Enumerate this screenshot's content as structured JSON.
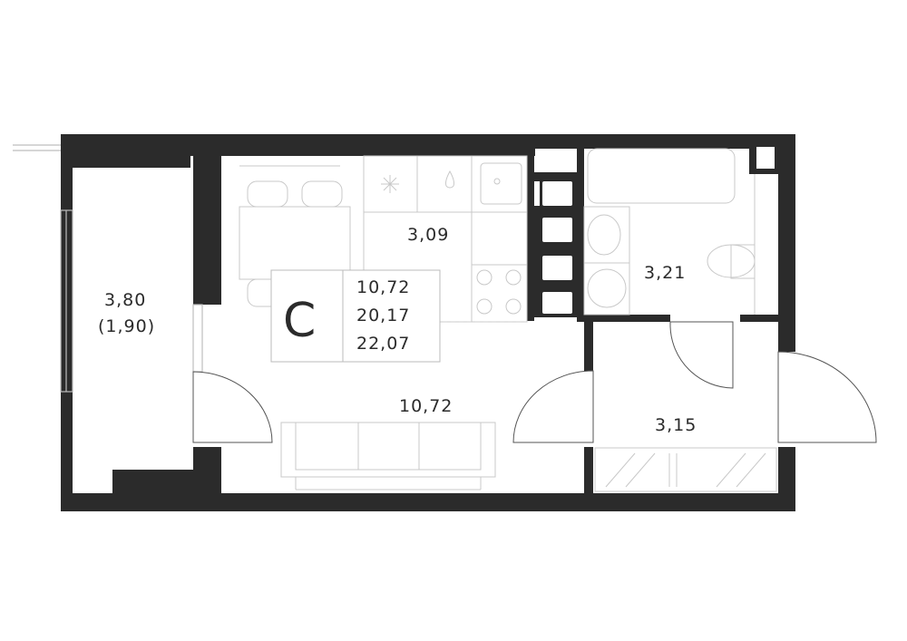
{
  "rooms": {
    "balcony": {
      "area": "3,80",
      "reduced_area": "(1,90)"
    },
    "kitchen": {
      "area": "3,09"
    },
    "living": {
      "area": "10,72"
    },
    "bathroom": {
      "area": "3,21"
    },
    "hallway": {
      "area": "3,15"
    }
  },
  "legend": {
    "type_letter": "С",
    "living_area": "10,72",
    "total_area": "20,17",
    "total_with_balcony": "22,07"
  },
  "colors": {
    "wall": "#2b2b2b",
    "furniture": "#c8c8c8",
    "background": "#ffffff"
  }
}
